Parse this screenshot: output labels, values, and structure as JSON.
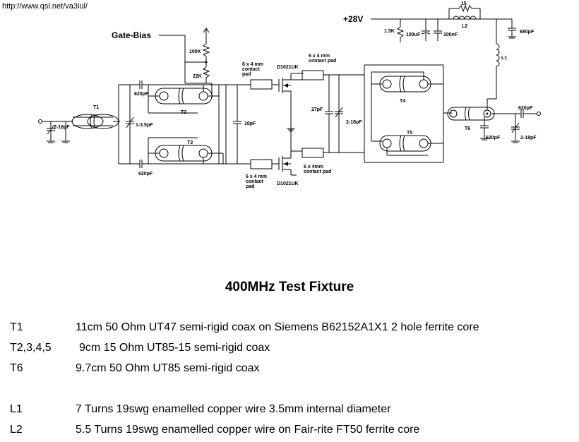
{
  "url": "http://www.qsl.net/va3iul/",
  "title": "400MHz Test Fixture",
  "schematic": {
    "labels": {
      "v28": "+28V",
      "gate_bias": "Gate-Bias",
      "r100k": "100K",
      "r22k": "22K",
      "c620_top": "620pF",
      "c620_bot": "620pF",
      "t1": "T1",
      "t2": "T2",
      "t3": "T3",
      "t4": "T4",
      "t5": "T5",
      "t6": "T6",
      "c2_18_in": "2-18pF",
      "c1_3_5": "1-3.5pF",
      "c10": "10pF",
      "pad_top_left_1": "6 x 4 mm",
      "pad_top_left_2": "contact",
      "pad_top_left_3": "pad",
      "pad_bot_left_1": "6 x 4 mm",
      "pad_bot_left_2": "contact",
      "pad_bot_left_3": "pad",
      "d1021_top": "D1021UK",
      "d1021_bot": "D1021UK",
      "pad_top_right_1": "6 x 4 mm",
      "pad_top_right_2": "contact pad",
      "pad_bot_right_1": "6 x 4mm",
      "pad_bot_right_2": "contact pad",
      "c27": "27pF",
      "c2_18_mid": "2-18pF",
      "r1_5k": "1.5K",
      "c100uf": "100uF",
      "c100nf": "100nF",
      "r15": "15",
      "l2": "L2",
      "c680": "680pF",
      "l1": "L1",
      "c620_out_top": "620pF",
      "c620_out_bot": "620pF",
      "c2_18_out": "2-18pF"
    }
  },
  "specs": [
    {
      "id": "T1",
      "text": "11cm  50 Ohm UT47 semi-rigid coax on Siemens B62152A1X1 2 hole ferrite core"
    },
    {
      "id": "T2,3,4,5",
      "text": "9cm   15 Ohm UT85-15 semi-rigid coax"
    },
    {
      "id": "T6",
      "text": "9.7cm 50 Ohm UT85 semi-rigid coax"
    },
    {
      "id": "L1",
      "text": "7    Turns 19swg enamelled copper wire 3.5mm internal diameter"
    },
    {
      "id": "L2",
      "text": "5.5 Turns 19swg enamelled copper wire on Fair-rite FT50 ferrite core"
    }
  ]
}
